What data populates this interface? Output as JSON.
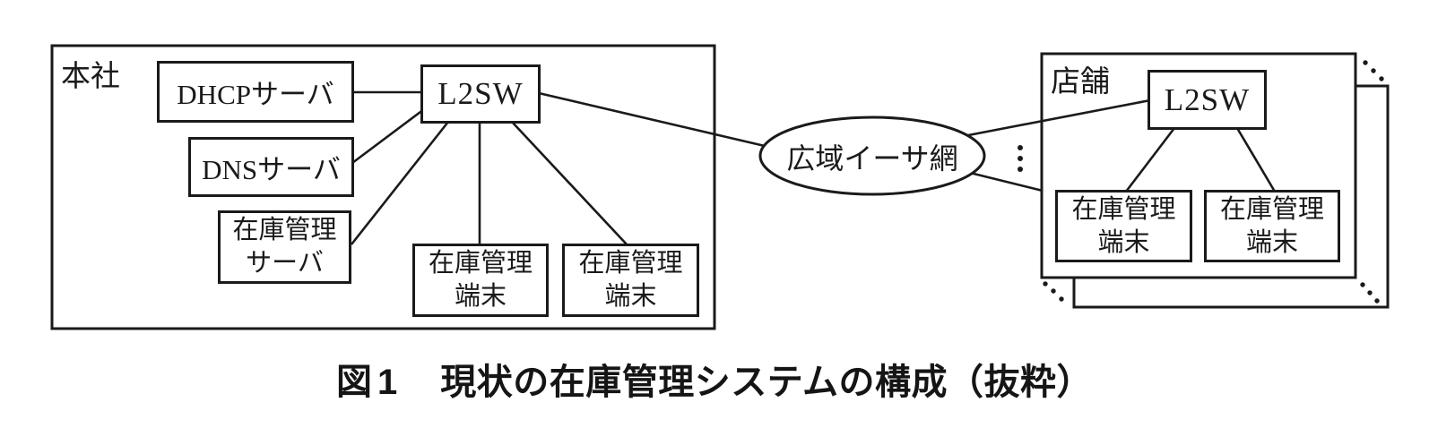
{
  "colors": {
    "ink": "#1a1a1a",
    "paper": "#ffffff"
  },
  "icons": {
    "more_stores_vertical_dots": "⋮",
    "stacked_pages_corner_dots": "⋱"
  },
  "diagram": {
    "hq": {
      "label": "本社",
      "dhcp_server": "DHCPサーバ",
      "dns_server": "DNSサーバ",
      "inventory_server": {
        "line1": "在庫管理",
        "line2": "サーバ"
      },
      "l2sw": "L2SW",
      "terminal": {
        "line1": "在庫管理",
        "line2": "端末"
      }
    },
    "wan": {
      "label": "広域イーサ網"
    },
    "store": {
      "label": "店舗",
      "l2sw": "L2SW",
      "terminal": {
        "line1": "在庫管理",
        "line2": "端末"
      }
    }
  },
  "caption": {
    "fig_label": "図1",
    "title": "現状の在庫管理システムの構成（抜粋）"
  }
}
